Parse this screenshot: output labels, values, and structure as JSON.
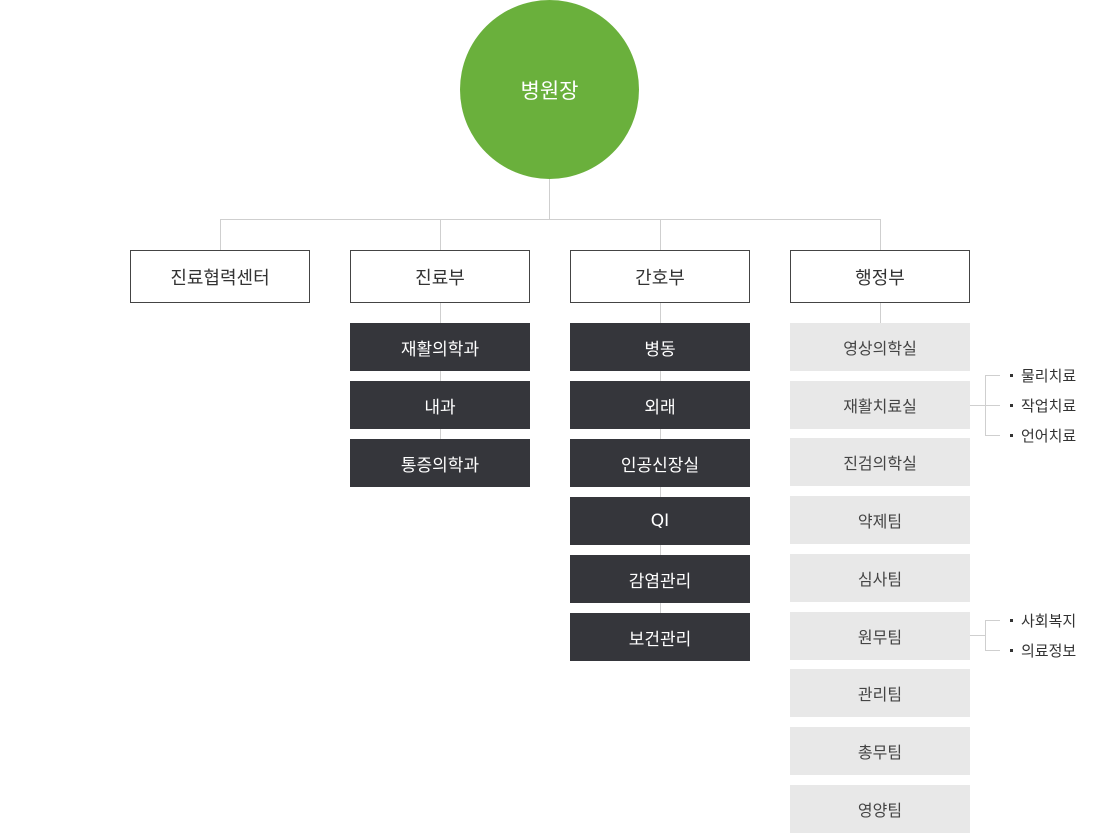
{
  "root": {
    "label": "병원장"
  },
  "departments": [
    {
      "label": "진료협력센터",
      "units": []
    },
    {
      "label": "진료부",
      "units": [
        "재활의학과",
        "내과",
        "통증의학과"
      ]
    },
    {
      "label": "간호부",
      "units": [
        "병동",
        "외래",
        "인공신장실",
        "QI",
        "감염관리",
        "보건관리"
      ]
    },
    {
      "label": "행정부",
      "units": [
        "영상의학실",
        "재활치료실",
        "진검의학실",
        "약제팀",
        "심사팀",
        "원무팀",
        "관리팀",
        "총무팀",
        "영양팀"
      ]
    }
  ],
  "sub_units": {
    "rehab_therapy": [
      "물리치료",
      "작업치료",
      "언어치료"
    ],
    "admin_affairs": [
      "사회복지",
      "의료정보"
    ]
  },
  "colors": {
    "root": "#6ab03c",
    "dark_box": "#35363b",
    "light_box": "#e8e8e8",
    "connector": "#cfcfcf"
  }
}
